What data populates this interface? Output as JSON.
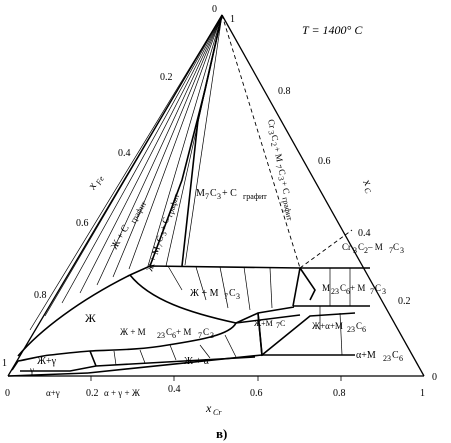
{
  "figure": {
    "temperature": "T = 1400° C",
    "caption": "в)"
  },
  "axes": {
    "x_cr_label": "x",
    "x_cr_sub": "Cr",
    "x_fe_label": "x",
    "x_fe_sub": "Fe",
    "x_c_label": "x",
    "x_c_sub": "C",
    "bottom_ticks": [
      "0",
      "0.2",
      "0.4",
      "0.6",
      "0.8",
      "1"
    ],
    "left_ticks": [
      "0",
      "0.2",
      "0.4",
      "0.6",
      "0.8",
      "1"
    ],
    "right_ticks": [
      "1",
      "0.8",
      "0.6",
      "0.4",
      "0.2",
      "0"
    ]
  },
  "regions": {
    "liquid": "Ж",
    "l_gamma": "Ж+γ",
    "gamma": "γ",
    "l_graphite": "Ж + C",
    "l_graphite_sub": "графит",
    "l_m7c3_graphite": "Ж + M",
    "l_m7c3_graphite_tail": "C",
    "l_m7c3_graphite_tail2": " + C",
    "l_m7c3_graphite_sub": "графит",
    "m7c3_graphite": "M",
    "m7c3_graphite_mid": "C",
    "m7c3_graphite_end": " + C",
    "m7c3_graphite_sub": "графит",
    "l_m7c3": "Ж + M",
    "l_m7c3_tail": "C",
    "l_m23c6_m7c3": "Ж + M",
    "l_m23c6_m7c3_mid": "C",
    "l_m23c6_m7c3_end": " + M",
    "l_m23c6_m7c3_end2": "C",
    "l_m7c3_m23c6_small": "Ж+M",
    "l_alpha": "Ж + α",
    "l_alpha_m23c6": "Ж+α+M",
    "l_alpha_m23c6_tail": "C",
    "m23c6_m7c3": "M",
    "m23c6_m7c3_mid": "C",
    "m23c6_m7c3_end": " + M",
    "m23c6_m7c3_end2": "C",
    "alpha_m23c6": "α+M",
    "alpha_m23c6_tail": "C",
    "cr3c2_m7c3": "Cr",
    "cr3c2_m7c3_mid": "C",
    "cr3c2_m7c3_end": " – M",
    "cr3c2_m7c3_end2": "C",
    "cr3c2_m7c3_graphite": "Cr",
    "cr3c2_m7c3_graphite_mid": "C",
    "cr3c2_m7c3_graphite_b": " + M",
    "cr3c2_m7c3_graphite_c": "C",
    "cr3c2_m7c3_graphite_d": " + C",
    "cr3c2_m7c3_graphite_sub": "графит",
    "alpha_gamma": "α+γ",
    "alpha_gamma_l": "α + γ + Ж"
  },
  "subscripts": {
    "three": "3",
    "seven": "7",
    "two": "2",
    "twentythree": "23",
    "six": "6"
  }
}
